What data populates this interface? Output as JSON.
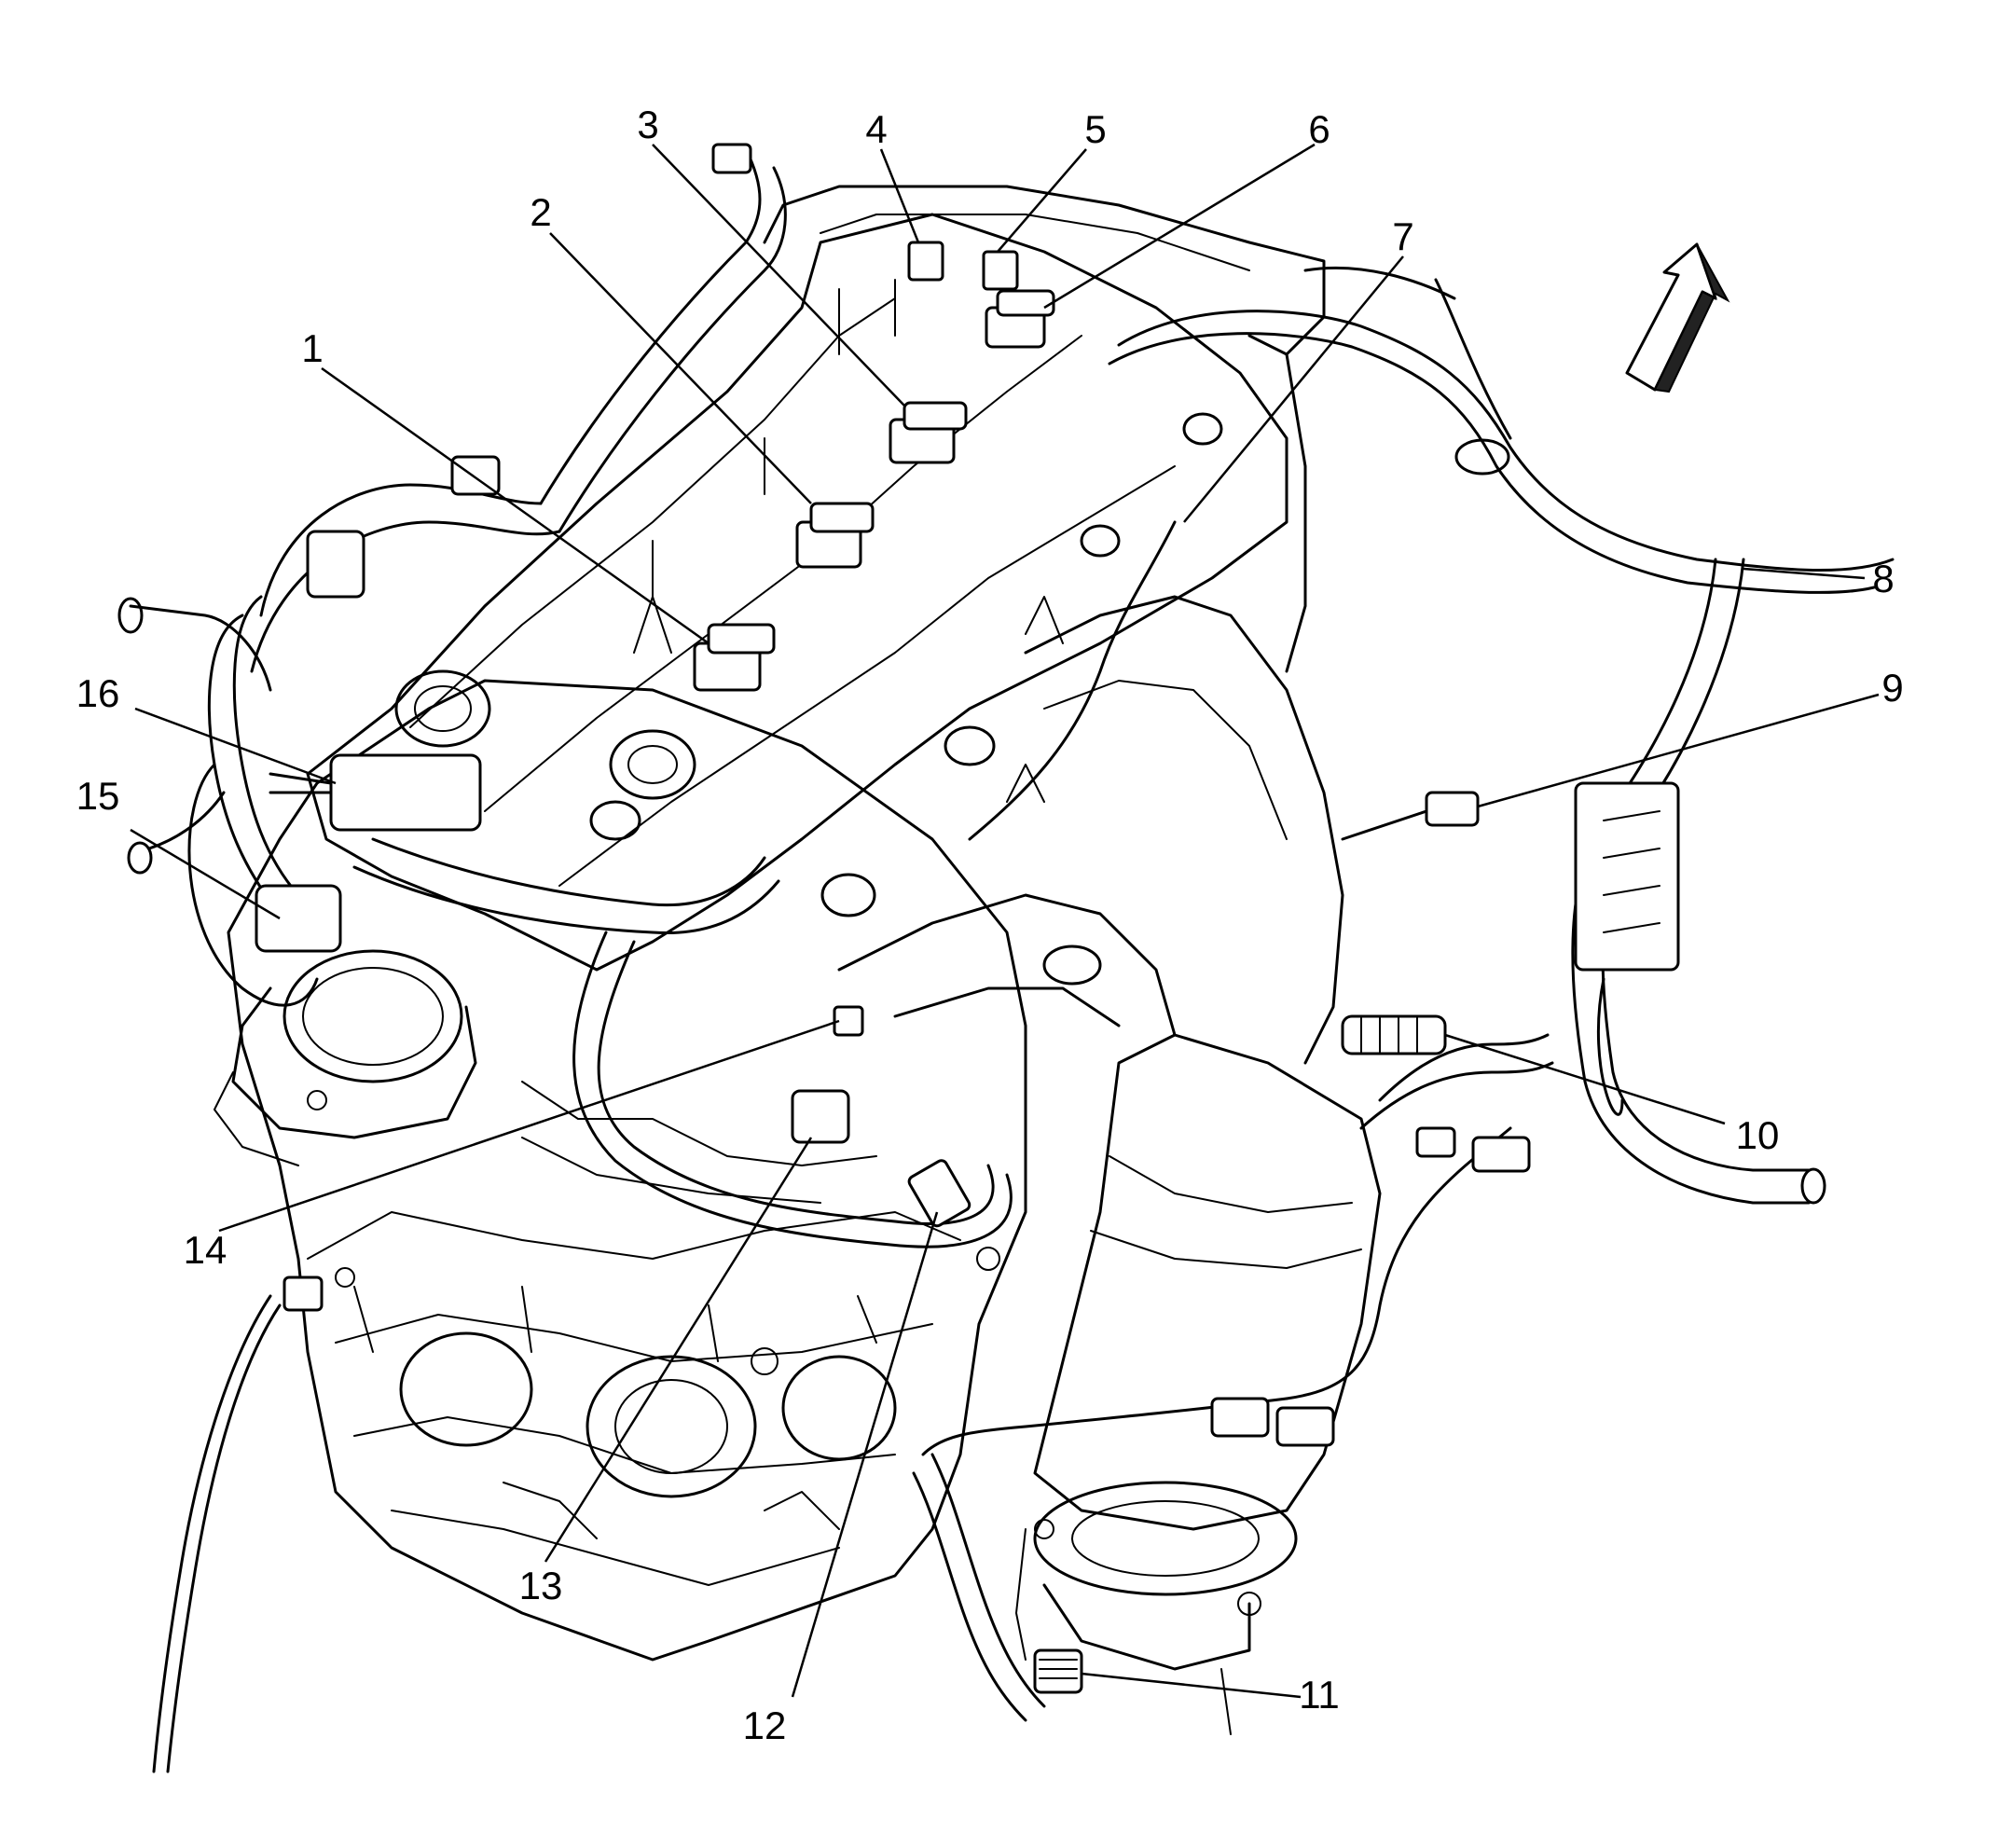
{
  "callouts": [
    {
      "id": "1",
      "label": "1"
    },
    {
      "id": "2",
      "label": "2"
    },
    {
      "id": "3",
      "label": "3"
    },
    {
      "id": "4",
      "label": "4"
    },
    {
      "id": "5",
      "label": "5"
    },
    {
      "id": "6",
      "label": "6"
    },
    {
      "id": "7",
      "label": "7"
    },
    {
      "id": "8",
      "label": "8"
    },
    {
      "id": "9",
      "label": "9"
    },
    {
      "id": "10",
      "label": "10"
    },
    {
      "id": "11",
      "label": "11"
    },
    {
      "id": "12",
      "label": "12"
    },
    {
      "id": "13",
      "label": "13"
    },
    {
      "id": "14",
      "label": "14"
    },
    {
      "id": "15",
      "label": "15"
    },
    {
      "id": "16",
      "label": "16"
    }
  ],
  "direction_arrow_icon": "forward-arrow-icon"
}
